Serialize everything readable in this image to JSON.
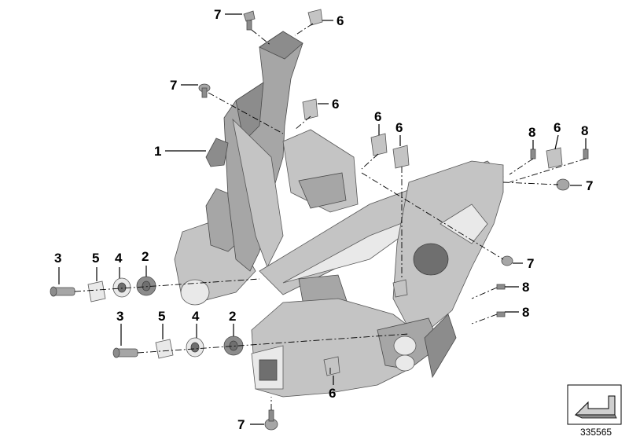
{
  "diagram": {
    "reference_number": "335565",
    "callouts": [
      {
        "id": "c1",
        "label": "1"
      },
      {
        "id": "c2a",
        "label": "2"
      },
      {
        "id": "c2b",
        "label": "2"
      },
      {
        "id": "c3a",
        "label": "3"
      },
      {
        "id": "c3b",
        "label": "3"
      },
      {
        "id": "c4a",
        "label": "4"
      },
      {
        "id": "c4b",
        "label": "4"
      },
      {
        "id": "c5a",
        "label": "5"
      },
      {
        "id": "c5b",
        "label": "5"
      },
      {
        "id": "c6a",
        "label": "6"
      },
      {
        "id": "c6b",
        "label": "6"
      },
      {
        "id": "c6c",
        "label": "6"
      },
      {
        "id": "c6d",
        "label": "6"
      },
      {
        "id": "c6e",
        "label": "6"
      },
      {
        "id": "c6f",
        "label": "6"
      },
      {
        "id": "c7a",
        "label": "7"
      },
      {
        "id": "c7b",
        "label": "7"
      },
      {
        "id": "c7c",
        "label": "7"
      },
      {
        "id": "c7d",
        "label": "7"
      },
      {
        "id": "c7e",
        "label": "7"
      },
      {
        "id": "c8a",
        "label": "8"
      },
      {
        "id": "c8b",
        "label": "8"
      },
      {
        "id": "c8c",
        "label": "8"
      },
      {
        "id": "c8d",
        "label": "8"
      }
    ]
  }
}
